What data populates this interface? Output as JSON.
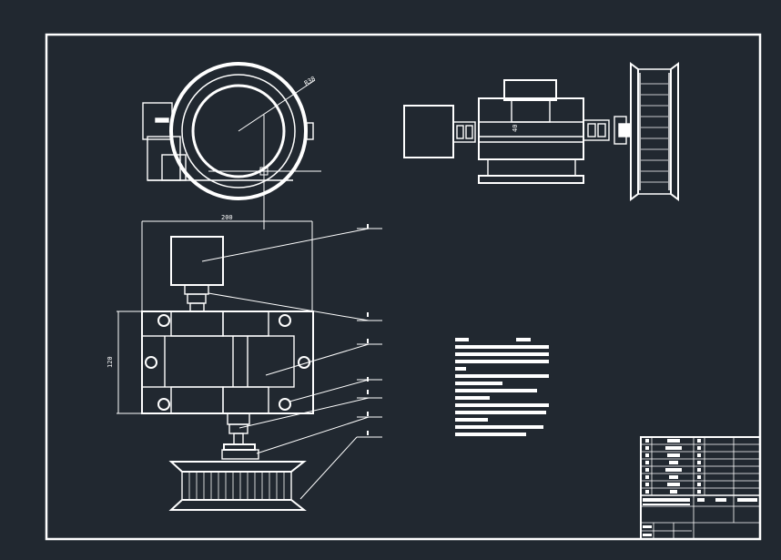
{
  "theme": {
    "background": "#212830",
    "line": "#ffffff"
  },
  "dimensions": {
    "radius_label": "R38",
    "top_width": "200",
    "side_height": "120",
    "shaft_label": "40"
  }
}
